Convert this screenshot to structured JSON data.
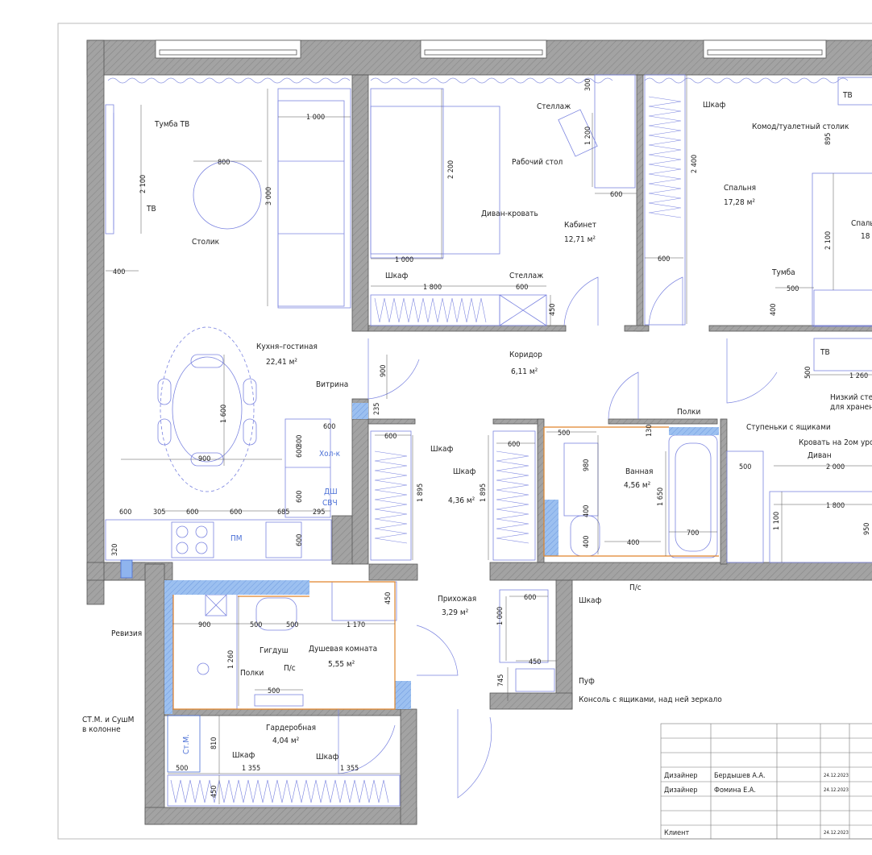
{
  "rooms": [
    {
      "name": "Кухня–гостиная",
      "area": "22,41 м²"
    },
    {
      "name": "Кабинет",
      "area": "12,71 м²"
    },
    {
      "name": "Спальня",
      "area": "17,28 м²"
    },
    {
      "name": "Коридор",
      "area": "6,11 м²"
    },
    {
      "name": "Шкаф",
      "area": "4,36 м²"
    },
    {
      "name": "Ванная",
      "area": "4,56 м²"
    },
    {
      "name": "Прихожая",
      "area": "3,29 м²"
    },
    {
      "name": "Душевая комната",
      "area": "5,55 м²"
    },
    {
      "name": "Гардеробная",
      "area": "4,04 м²"
    },
    {
      "name": "Спаль",
      "area": "18"
    }
  ],
  "labels": {
    "tumba_tv": "Тумба ТВ",
    "tv": "ТВ",
    "stolik": "Столик",
    "stellazh_top": "Стеллаж",
    "rabochiy_stol": "Рабочий стол",
    "divan_krovat": "Диван-кровать",
    "shkaf_kab": "Шкаф",
    "stellazh_bottom": "Стеллаж",
    "shkaf_sp": "Шкаф",
    "tv_sp": "ТВ",
    "komod": "Комод/туалетный столик",
    "tumba_sp": "Тумба",
    "vitrina": "Витрина",
    "hol": "Хол-к",
    "dsh": "ДШ",
    "svch": "СВЧ",
    "pm": "ПМ",
    "shkaf_cor": "Шкаф",
    "polki": "Полки",
    "tv_2": "ТВ",
    "nizkiy_1": "Низкий сте",
    "nizkiy_2": "для хранен",
    "stupenki": "Ступеньки с ящиками",
    "krovat2": "Кровать на 2ом уро",
    "divan2": "Диван",
    "ps_1": "П/с",
    "ps_2": "П/с",
    "revizia": "Ревизия",
    "gigdush": "Гигдуш",
    "polki_dush": "Полки",
    "shkaf_pr": "Шкаф",
    "puf": "Пуф",
    "konsol": "Консоль с ящиками, над ней зеркало",
    "stm_1": "СТ.М. и СушМ",
    "stm_2": "в колонне",
    "stm_box": "Ст.М.",
    "shkaf_g1": "Шкаф",
    "shkaf_g2": "Шкаф"
  },
  "dims": {
    "d1000a": "1 000",
    "d800": "800",
    "d2100a": "2 100",
    "d3000": "3 000",
    "d400a": "400",
    "d2200": "2 200",
    "d1000b": "1 000",
    "d1800a": "1 800",
    "d600a": "600",
    "d450a": "450",
    "d300a": "300",
    "d1200": "1 200",
    "d600b": "600",
    "d2400": "2 400",
    "d600c": "600",
    "d895": "895",
    "d2100b": "2 100",
    "d500a": "500",
    "d400b": "400",
    "d900a": "900",
    "d235": "235",
    "d1600": "1 600",
    "d900b": "900",
    "d300b": "300",
    "d600d": "600",
    "d600e": "600",
    "d600f": "600",
    "d600g": "600",
    "d305": "305",
    "d600h": "600",
    "d600i": "600",
    "d685": "685",
    "d295": "295",
    "d600j": "600",
    "d320": "320",
    "d600k": "600",
    "d1895a": "1 895",
    "d1895b": "1 895",
    "d600l": "600",
    "d500b": "500",
    "d130": "130",
    "d980": "980",
    "d400c": "400",
    "d400d": "400",
    "d400e": "400",
    "d1650": "1 650",
    "d700": "700",
    "d500c": "500",
    "d1260": "1 260",
    "d2000": "2 000",
    "d1800b": "1 800",
    "d1100": "1 100",
    "d950": "950",
    "d500d": "500",
    "d900c": "900",
    "d500e": "500",
    "d500f": "500",
    "d1170": "1 170",
    "d450b": "450",
    "d1260b": "1 260",
    "d500g": "500",
    "d600m": "600",
    "d1000c": "1 000",
    "d450c": "450",
    "d745": "745",
    "d810": "810",
    "d500h": "500",
    "d1355a": "1 355",
    "d1355b": "1 355",
    "d450d": "450"
  },
  "titleblock": {
    "row1_role": "Дизайнер",
    "row1_name": "Бердышев А.А.",
    "row1_date": "24.12.2023",
    "row2_role": "Дизайнер",
    "row2_name": "Фомина Е.А.",
    "row2_date": "24.12.2023",
    "row3_role": "Клиент",
    "row3_date": "24.12.2023"
  },
  "colors": {
    "wall": "#9a9a9a",
    "line": "#6e7fd8",
    "accent_blue": "#4a6fd6",
    "tile": "#8fb4ee",
    "orange": "#e0852a"
  }
}
